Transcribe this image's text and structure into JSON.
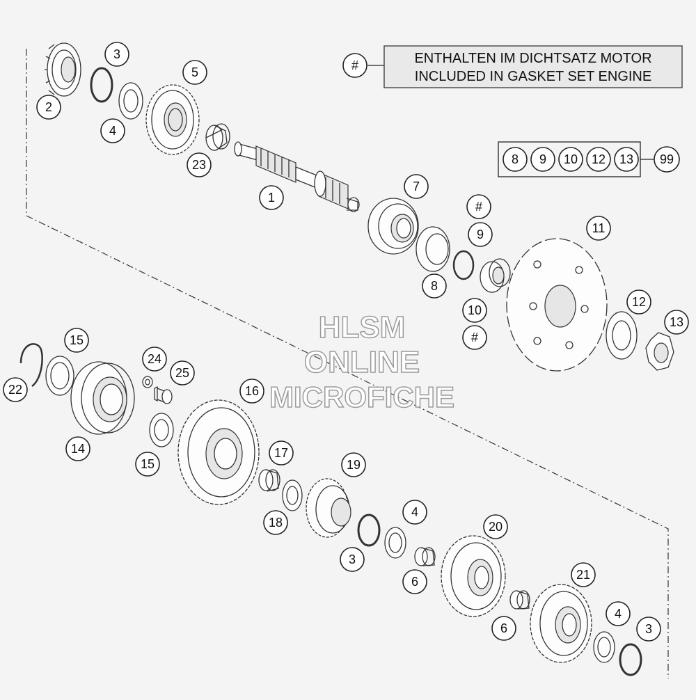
{
  "note": {
    "marker": "#",
    "line1": "ENTHALTEN IM DICHTSATZ MOTOR",
    "line2": "INCLUDED IN GASKET SET ENGINE"
  },
  "kit": {
    "items": [
      "8",
      "9",
      "10",
      "12",
      "13"
    ],
    "result": "99"
  },
  "watermark": {
    "line1": "HLSM",
    "line2": "ONLINE",
    "line3": "MICROFICHE"
  },
  "callouts": {
    "c1": "1",
    "c2": "2",
    "c3a": "3",
    "c4a": "4",
    "c5": "5",
    "c23": "23",
    "c7": "7",
    "c8": "8",
    "c9": "9",
    "c10": "10",
    "c11": "11",
    "c12": "12",
    "c13": "13",
    "hash1": "#",
    "hash2": "#",
    "c14": "14",
    "c15a": "15",
    "c15b": "15",
    "c16": "16",
    "c17": "17",
    "c18": "18",
    "c19": "19",
    "c20": "20",
    "c21": "21",
    "c22": "22",
    "c24": "24",
    "c25": "25",
    "c3b": "3",
    "c3c": "3",
    "c4b": "4",
    "c4c": "4",
    "c6a": "6",
    "c6b": "6"
  }
}
